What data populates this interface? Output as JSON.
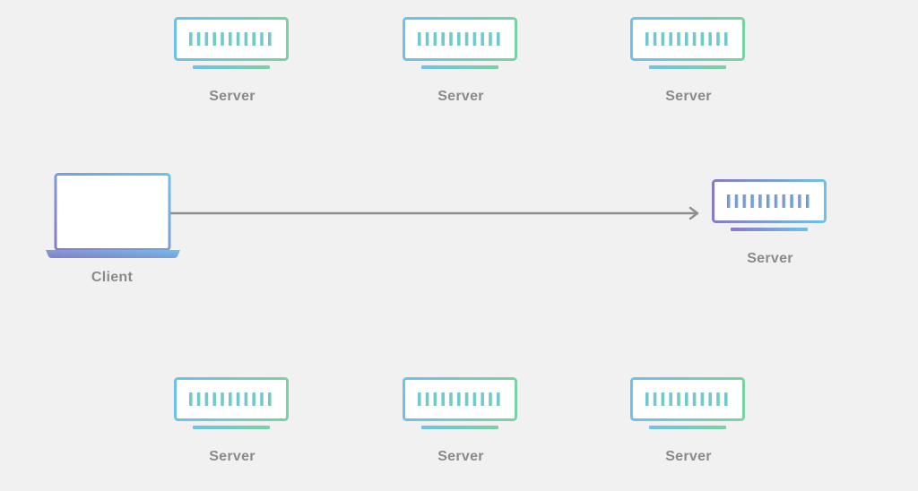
{
  "colors": {
    "background": "#f1f1f1",
    "gradient_blue": "#6ec1e8",
    "gradient_green": "#77d4a2",
    "gradient_purple": "#8a79c6",
    "arrow": "#8f8f8f",
    "label": "#8a8a8a"
  },
  "client": {
    "label": "Client",
    "icon": "laptop-icon"
  },
  "target_server": {
    "label": "Server",
    "icon": "server-icon"
  },
  "top_servers": [
    {
      "label": "Server",
      "icon": "server-icon"
    },
    {
      "label": "Server",
      "icon": "server-icon"
    },
    {
      "label": "Server",
      "icon": "server-icon"
    }
  ],
  "bottom_servers": [
    {
      "label": "Server",
      "icon": "server-icon"
    },
    {
      "label": "Server",
      "icon": "server-icon"
    },
    {
      "label": "Server",
      "icon": "server-icon"
    }
  ],
  "connection": {
    "from": "Client",
    "to": "Server",
    "direction": "client-to-server"
  }
}
